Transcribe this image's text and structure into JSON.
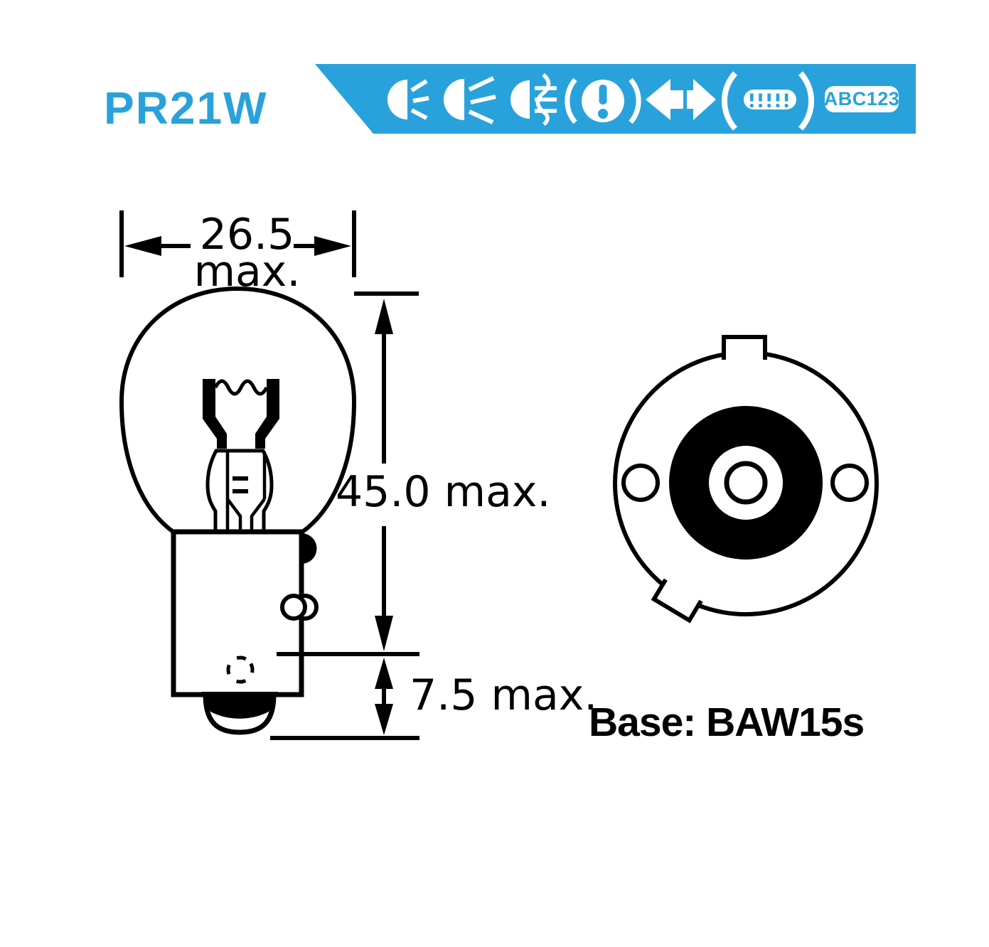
{
  "page": {
    "background_color": "#ffffff",
    "line_color": "#000000",
    "accent_blue": "#29a2db"
  },
  "header": {
    "part_number": "PR21W"
  },
  "banner": {
    "plate_badge_text": "ABC123",
    "icons": [
      "position-lamp-icon",
      "headlamp-beam-icon",
      "fog-lamp-icon",
      "brake-warning-icon",
      "turn-indicator-icon",
      "number-plate-lamp-icon"
    ]
  },
  "side_view": {
    "width_dim_value": "26.5",
    "width_dim_suffix": "max.",
    "height_dim_label": "45.0 max.",
    "base_dim_label": "7.5 max."
  },
  "base_view": {
    "label": "Base: BAW15s"
  }
}
